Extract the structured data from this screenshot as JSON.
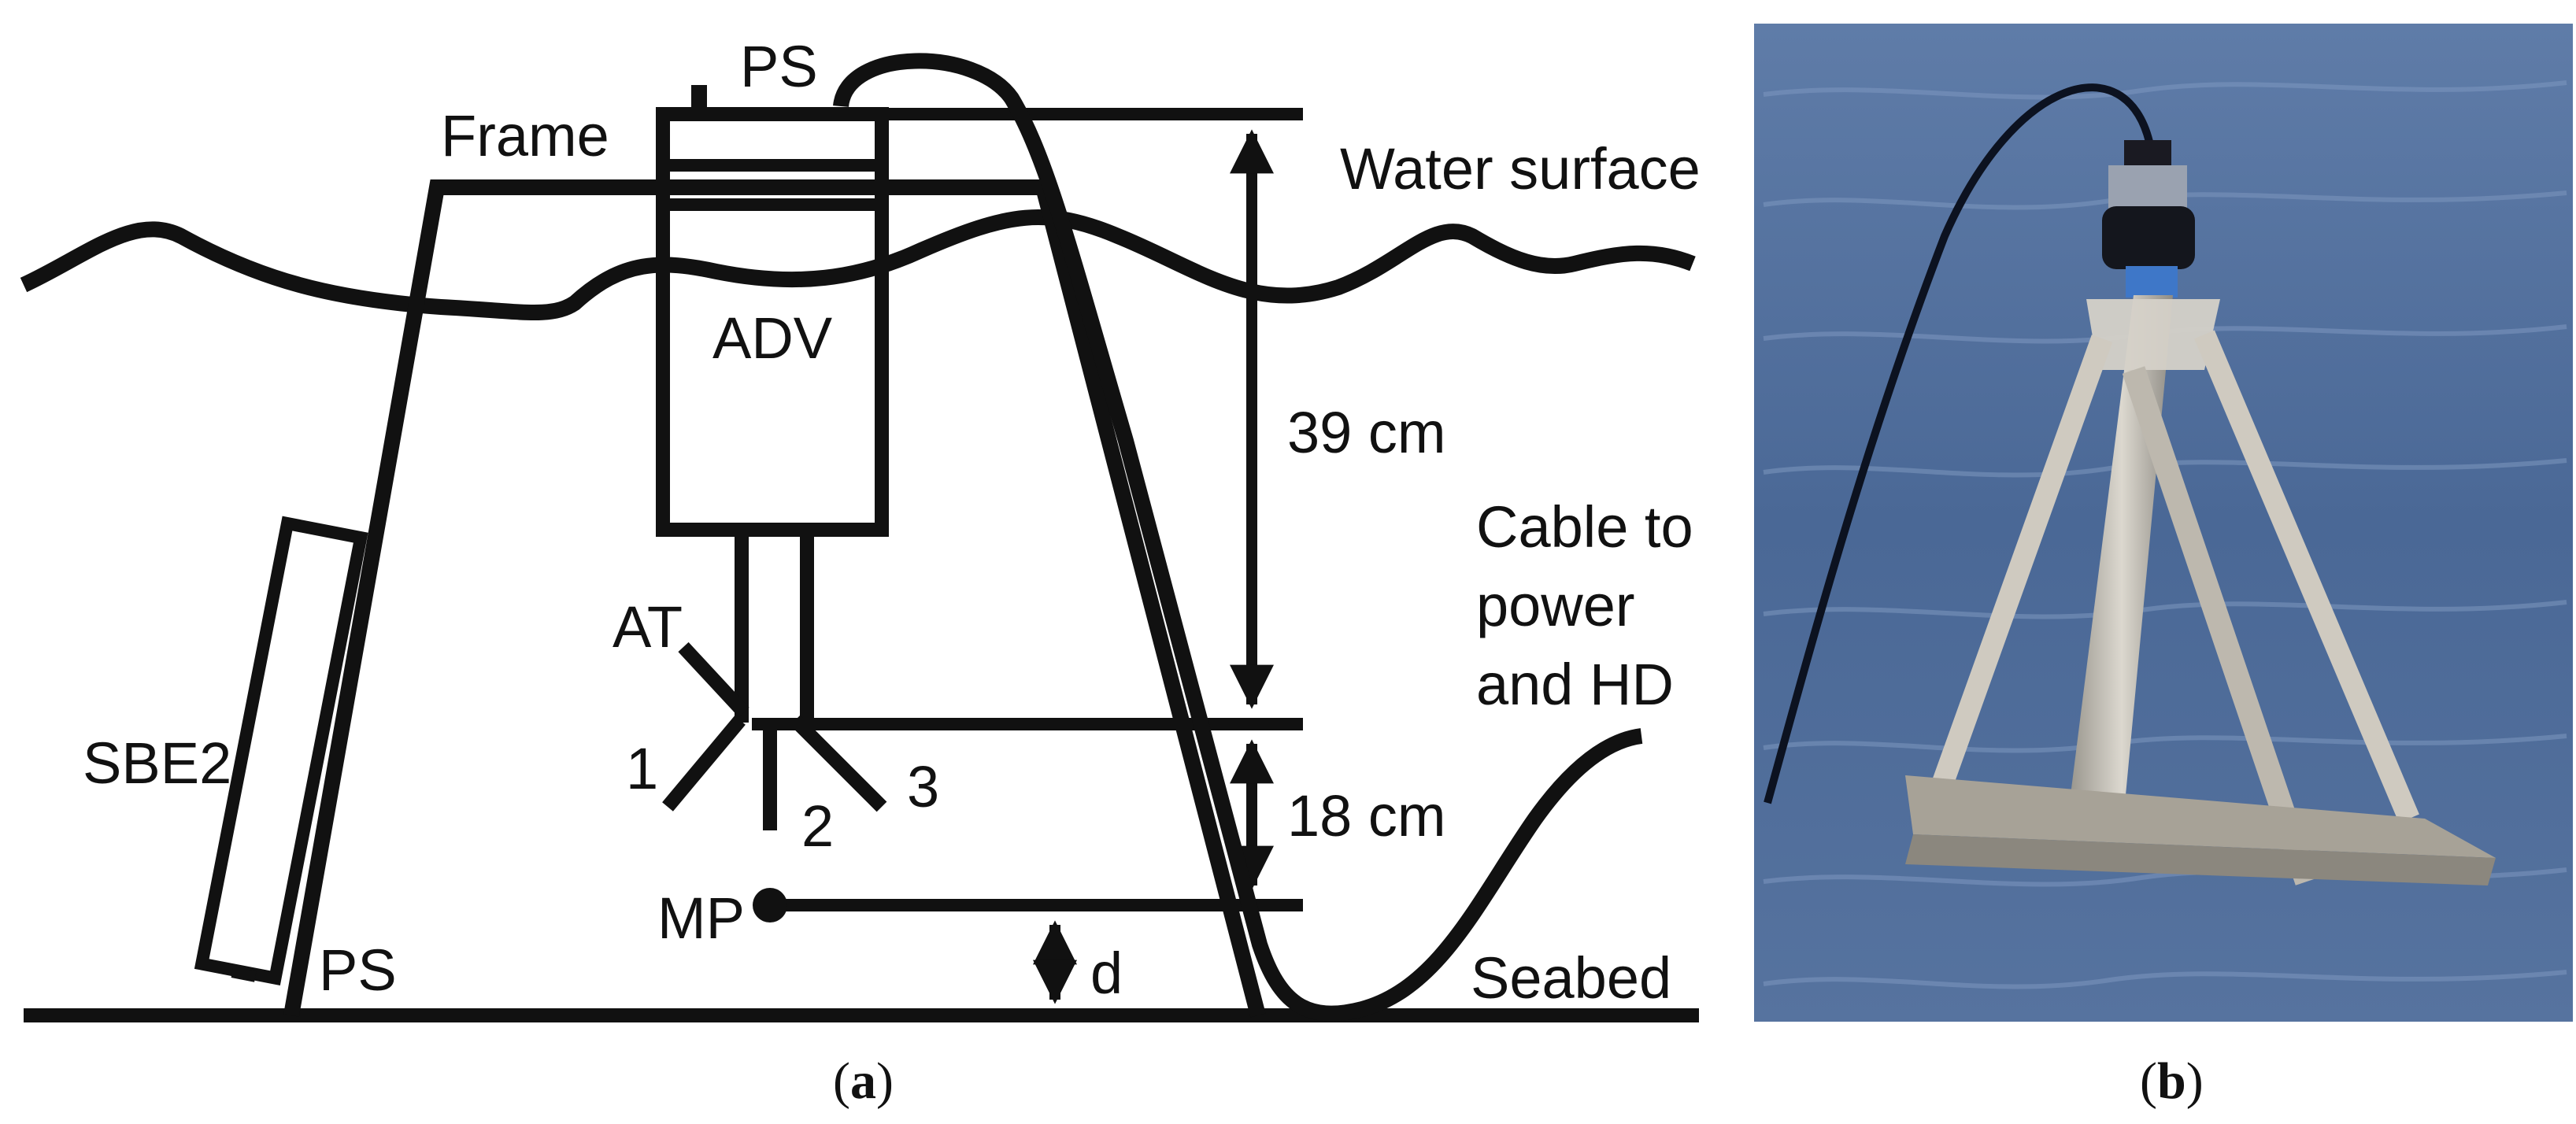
{
  "panel_a": {
    "labels": {
      "ps_top": "PS",
      "frame": "Frame",
      "water_surface": "Water surface",
      "adv": "ADV",
      "dim_39": "39 cm",
      "cable": "Cable to",
      "cable_2": "power",
      "cable_3": "and HD",
      "at": "AT",
      "sbe2": "SBE2",
      "t1": "1",
      "t2": "2",
      "t3": "3",
      "dim_18": "18 cm",
      "mp": "MP",
      "d": "d",
      "ps_bottom": "PS",
      "seabed": "Seabed"
    },
    "caption_open": "(",
    "caption_letter": "a",
    "caption_close": ")"
  },
  "panel_b": {
    "caption_open": "(",
    "caption_letter": "b",
    "caption_close": ")"
  },
  "colors": {
    "line": "#111111",
    "water_deep": "#3d5a86",
    "water_light": "#6e8bb5",
    "frame_metal": "#c9c4bb"
  }
}
